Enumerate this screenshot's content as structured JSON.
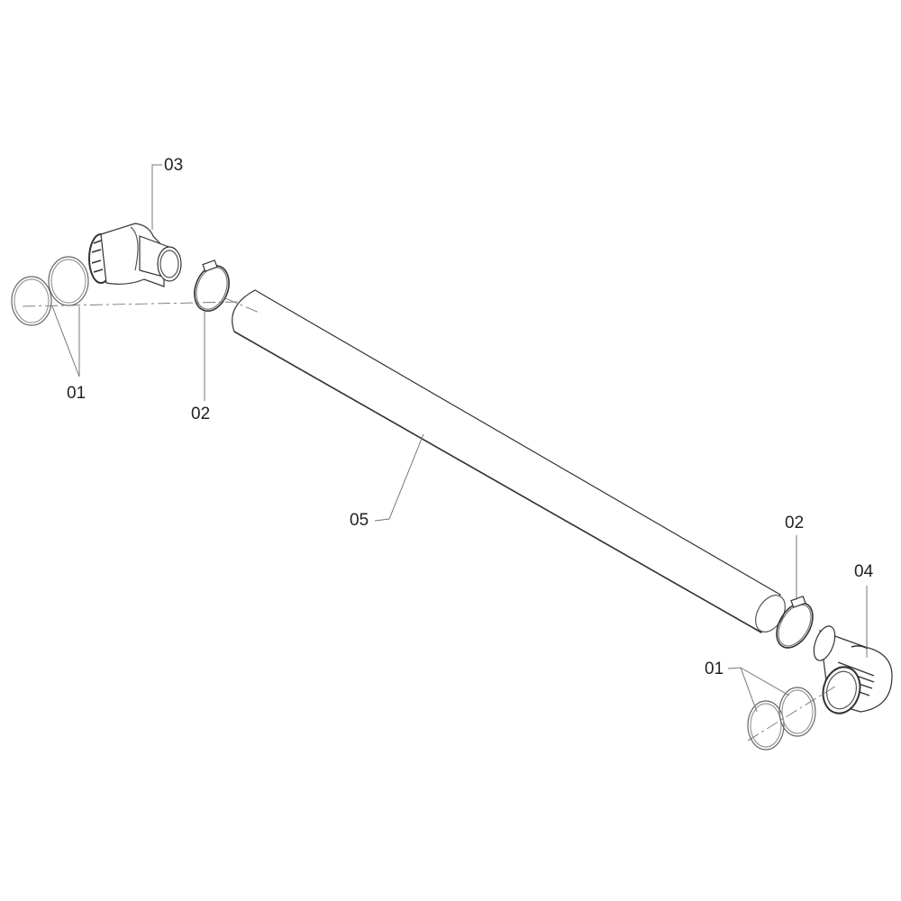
{
  "callouts": {
    "c03": "03",
    "c01_left": "01",
    "c02_left": "02",
    "c05": "05",
    "c02_right": "02",
    "c04": "04",
    "c01_right": "01"
  },
  "colors": {
    "line": "#333333",
    "leader": "#777777"
  }
}
